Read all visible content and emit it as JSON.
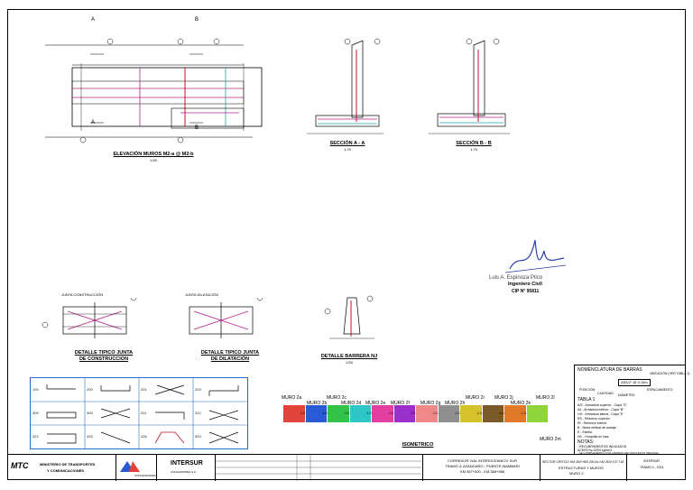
{
  "drawing": {
    "elevation_title": "ELEVACIÓN MUROS M2-a @  M2-b",
    "elevation_scale": "1:50",
    "section_a_title": "SECCIÓN A - A",
    "section_a_scale": "1:75",
    "section_b_title": "SECCIÓN B - B",
    "section_b_scale": "1:75",
    "joint_construction_title_1": "DETALLE TIPICO JUNTA",
    "joint_construction_title_2": "DE CONSTRUCCION",
    "joint_dilation_title_1": "DETALLE TIPICO JUNTA",
    "joint_dilation_title_2": "DE DILATACIÓN",
    "joint_construction_label": "JUNTA CONSTRUCCIÓN",
    "joint_dilation_label": "JUNTA DILATACIÓN",
    "barrier_title": "DETALLE BARRERA NJ",
    "barrier_scale": "1:50",
    "isometric_title": "ISOMETRICO",
    "marker_a": "A",
    "marker_b": "B"
  },
  "signature": {
    "name": "Luis A. Espinoza Pilco",
    "role": "Ingeniero Civil",
    "cip": "CIP N° 95811"
  },
  "schedule": {
    "codes": [
      "100",
      "200",
      "201",
      "203",
      "300",
      "309",
      "311",
      "312",
      "422",
      "425",
      "426",
      "500"
    ]
  },
  "isometric": {
    "walls": [
      "MURO 2a",
      "MURO 2b",
      "MURO 2c",
      "MURO 2d",
      "MURO 2e",
      "MURO 2f",
      "MURO 2g",
      "MURO 2h",
      "MURO 2i",
      "MURO 2j",
      "MURO 2k",
      "MURO 2l",
      "MURO 2m"
    ],
    "joint_label": "J.C.",
    "colors": [
      "#e0443a",
      "#2a5bd6",
      "#33c24a",
      "#2fc6c8",
      "#e23fa1",
      "#9a2fc9",
      "#f08a8a",
      "#8f8f8f",
      "#d6c22a",
      "#7a5a2a",
      "#e07a2a",
      "#8fd43a"
    ]
  },
  "nomenclature": {
    "title": "NOMENCLATURA DE BARRAS",
    "sample": "2Ø1/2\" @ 0.15m",
    "labels": [
      "UBICACIÓN (VER TABLA 1)",
      "POSICIÓN",
      "CANTIDAD",
      "DIÁMETRO",
      "ESPACIAMIENTO"
    ],
    "table_title": "TABLA 1",
    "table_rows": [
      "A/S - Armadura superior - Capa \"S\"",
      "A/I - Armadura inferior - Capa \"B\"",
      "L/H - Armadura lateral - Capa \"E\"",
      "RS - Refuerzo superior",
      "RI - Refuerzo inferior",
      "B - Barra vertical de anclaje",
      "E - Estribo",
      "H/L - Horquilla en losa"
    ],
    "notes_title": "NOTAS:",
    "notes": [
      "- RECUBRIMIENTOS INDICADOS",
      "  ACERO fy=4200 kg/cm2",
      "- SE COMPLEMENTA CON LÁMINAS DEL PROYECTO ORIGINAL"
    ]
  },
  "title_block": {
    "org": "MTC",
    "ministry_1": "MINISTERIO DE TRANSPORTES",
    "ministry_2": "Y COMUNICACIONES",
    "firm_1": "CONCESIONARIA",
    "firm_2": "INTERSUR",
    "firm_3": "CONCESIONES S.A.",
    "project_1": "CORREDOR VIAL INTEROCEANICO SUR",
    "project_2": "TRAMO 4: AZANGARO - PUENTE INAMBARI",
    "project_3": "KM 357+000 - KM 368+986",
    "sector_1": "SECTOR CRITICO KM 252+950.200 AL KM 253+137.718",
    "sector_2": "ESTRUCTURAS Y MUROS",
    "sector_3": "MURO 2",
    "sheet_code": "INTERSUR",
    "sheet_code_2": "TRAMO 4 - 2014"
  }
}
